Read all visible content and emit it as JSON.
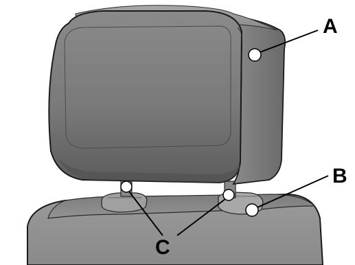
{
  "callouts": {
    "a": "A",
    "b": "B",
    "c": "C"
  },
  "colors": {
    "background": "#ffffff",
    "headrest_dark": "#5e5e5e",
    "headrest_mid": "#7a7a7a",
    "headrest_light": "#9a9a9a",
    "seat_top": "#8c8c8c",
    "seat_face": "#9e9e9e",
    "outline": "#1a1a1a",
    "leader_line": "#000000",
    "marker_fill": "#ffffff"
  }
}
